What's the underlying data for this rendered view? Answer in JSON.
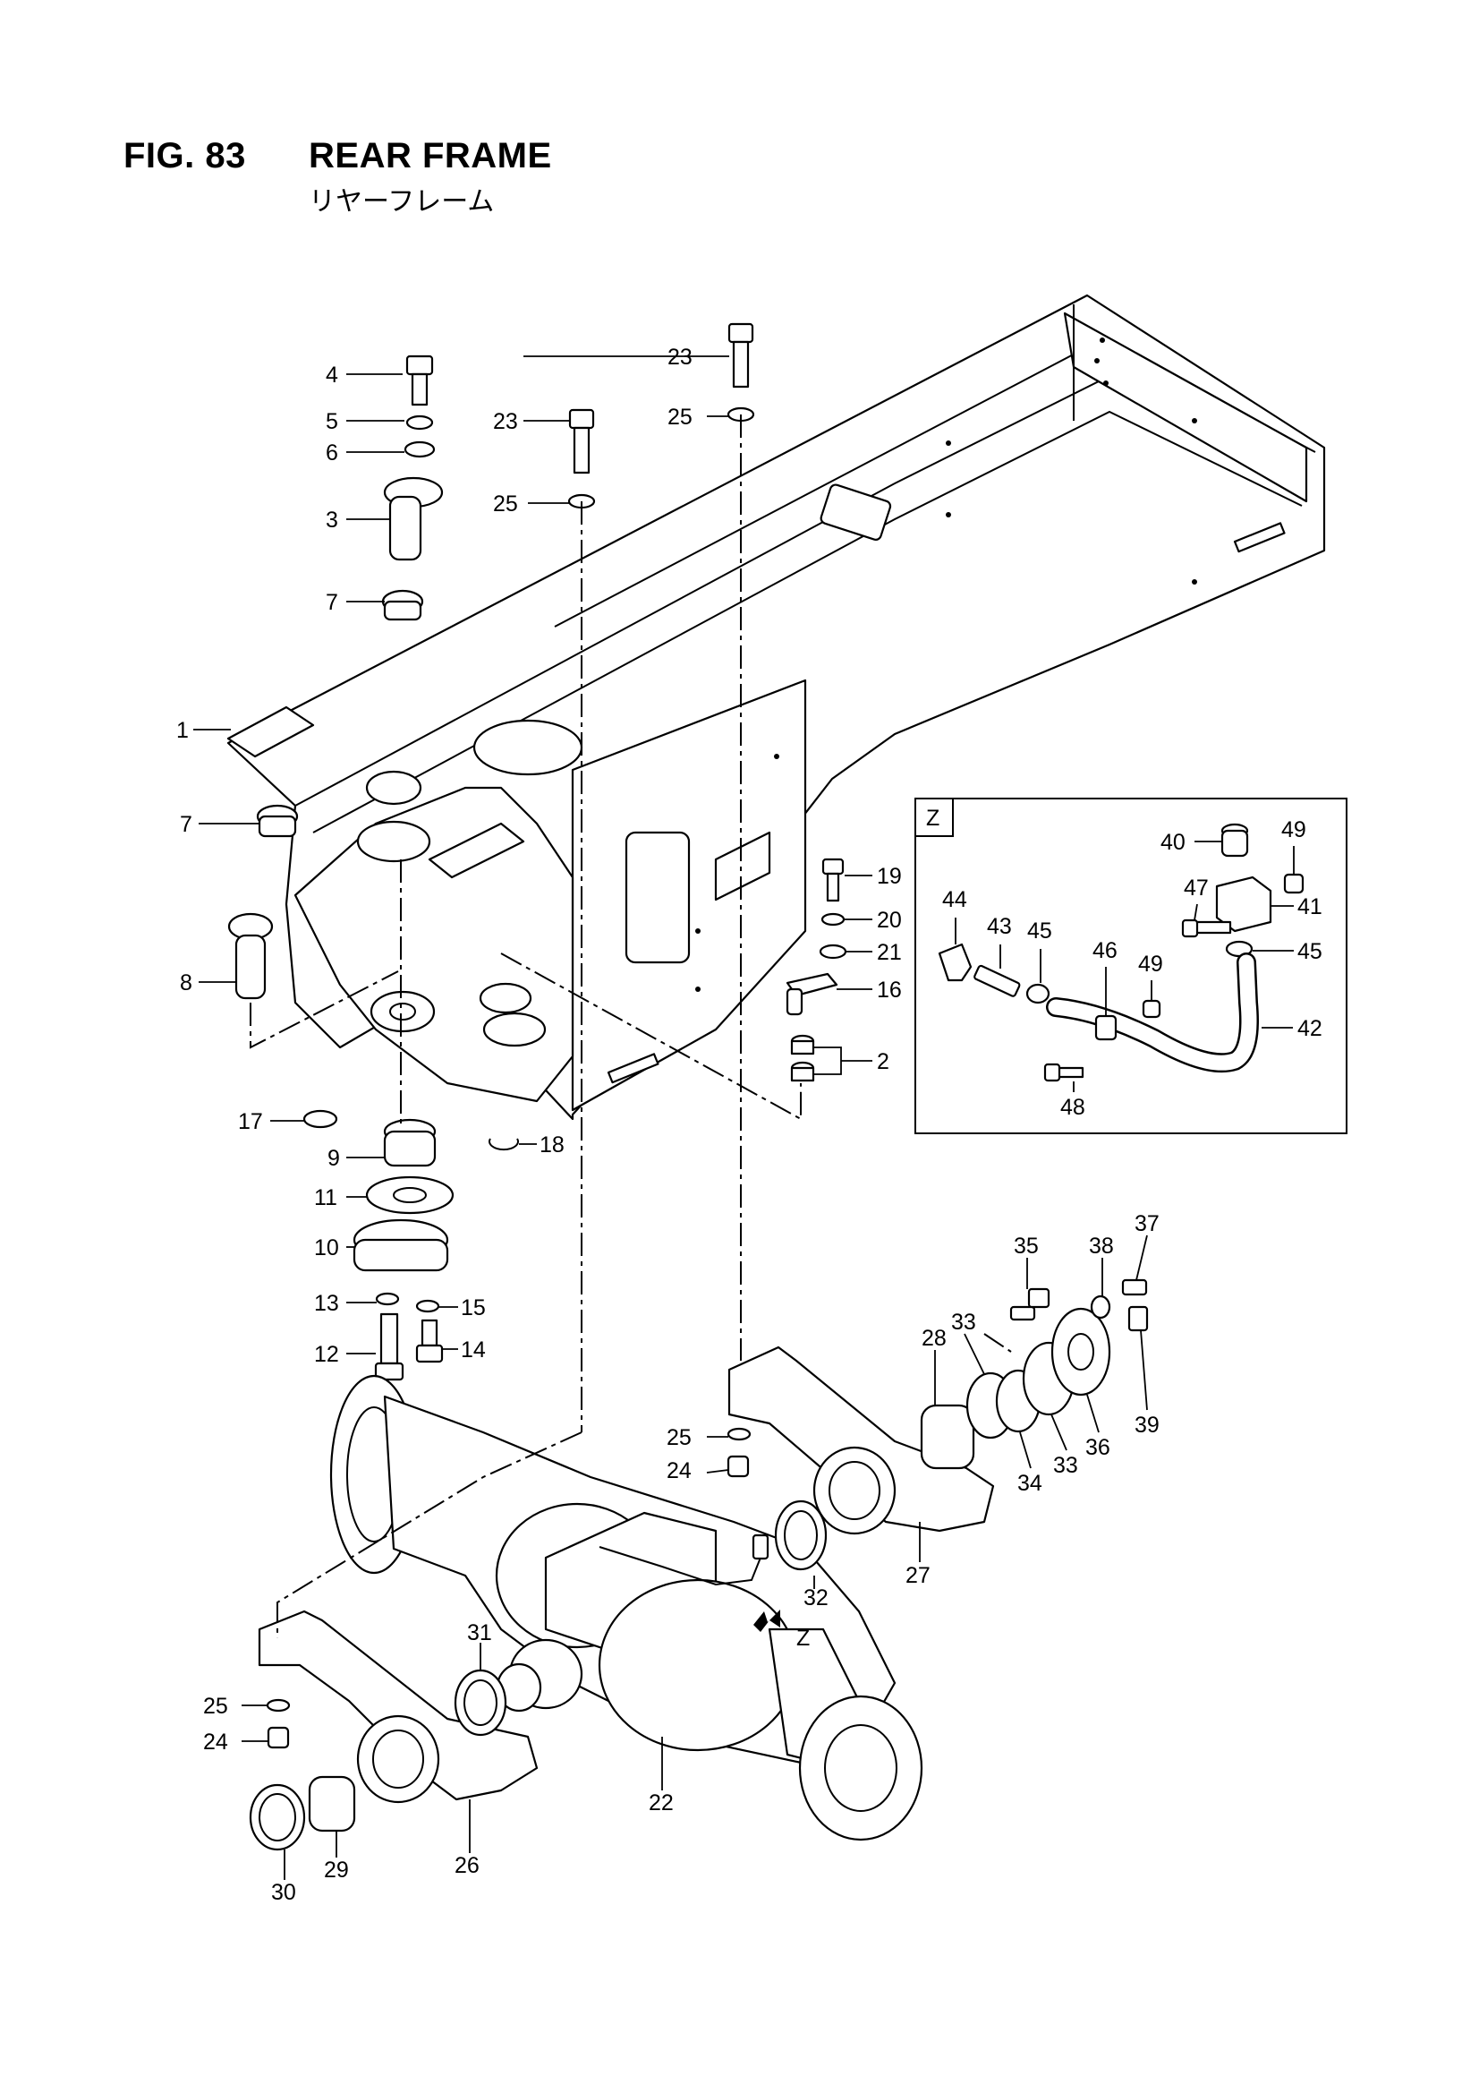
{
  "figure": {
    "number_label": "FIG. 83",
    "name": "REAR FRAME",
    "name_jp": "リヤーフレーム"
  },
  "detail_view": {
    "label": "Z",
    "arrow_label": "Z"
  },
  "callouts": [
    {
      "id": "c1",
      "text": "1"
    },
    {
      "id": "c2",
      "text": "2"
    },
    {
      "id": "c3",
      "text": "3"
    },
    {
      "id": "c4",
      "text": "4"
    },
    {
      "id": "c5",
      "text": "5"
    },
    {
      "id": "c6",
      "text": "6"
    },
    {
      "id": "c7a",
      "text": "7"
    },
    {
      "id": "c7b",
      "text": "7"
    },
    {
      "id": "c8",
      "text": "8"
    },
    {
      "id": "c9",
      "text": "9"
    },
    {
      "id": "c10",
      "text": "10"
    },
    {
      "id": "c11",
      "text": "11"
    },
    {
      "id": "c12",
      "text": "12"
    },
    {
      "id": "c13",
      "text": "13"
    },
    {
      "id": "c14",
      "text": "14"
    },
    {
      "id": "c15",
      "text": "15"
    },
    {
      "id": "c16",
      "text": "16"
    },
    {
      "id": "c17",
      "text": "17"
    },
    {
      "id": "c18",
      "text": "18"
    },
    {
      "id": "c19",
      "text": "19"
    },
    {
      "id": "c20",
      "text": "20"
    },
    {
      "id": "c21",
      "text": "21"
    },
    {
      "id": "c22",
      "text": "22"
    },
    {
      "id": "c23a",
      "text": "23"
    },
    {
      "id": "c23b",
      "text": "23"
    },
    {
      "id": "c24a",
      "text": "24"
    },
    {
      "id": "c24b",
      "text": "24"
    },
    {
      "id": "c25a",
      "text": "25"
    },
    {
      "id": "c25b",
      "text": "25"
    },
    {
      "id": "c25c",
      "text": "25"
    },
    {
      "id": "c25d",
      "text": "25"
    },
    {
      "id": "c26",
      "text": "26"
    },
    {
      "id": "c27",
      "text": "27"
    },
    {
      "id": "c28",
      "text": "28"
    },
    {
      "id": "c29",
      "text": "29"
    },
    {
      "id": "c30",
      "text": "30"
    },
    {
      "id": "c31",
      "text": "31"
    },
    {
      "id": "c32",
      "text": "32"
    },
    {
      "id": "c33a",
      "text": "33"
    },
    {
      "id": "c33b",
      "text": "33"
    },
    {
      "id": "c34",
      "text": "34"
    },
    {
      "id": "c35",
      "text": "35"
    },
    {
      "id": "c36",
      "text": "36"
    },
    {
      "id": "c37",
      "text": "37"
    },
    {
      "id": "c38",
      "text": "38"
    },
    {
      "id": "c39",
      "text": "39"
    },
    {
      "id": "c40",
      "text": "40"
    },
    {
      "id": "c41",
      "text": "41"
    },
    {
      "id": "c42",
      "text": "42"
    },
    {
      "id": "c43",
      "text": "43"
    },
    {
      "id": "c44",
      "text": "44"
    },
    {
      "id": "c45a",
      "text": "45"
    },
    {
      "id": "c45b",
      "text": "45"
    },
    {
      "id": "c46",
      "text": "46"
    },
    {
      "id": "c47",
      "text": "47"
    },
    {
      "id": "c48",
      "text": "48"
    },
    {
      "id": "c49a",
      "text": "49"
    },
    {
      "id": "c49b",
      "text": "49"
    }
  ]
}
